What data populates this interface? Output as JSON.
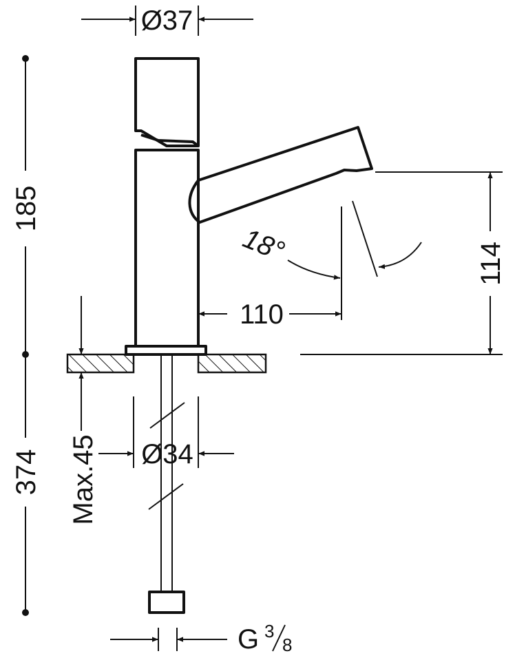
{
  "dimensions": {
    "top_diameter": "Ø37",
    "pipe_diameter": "Ø34",
    "spout_reach": "110",
    "spout_height": "114",
    "tap_height": "185",
    "pipe_length": "374",
    "max_thickness": "Max.45",
    "angle": "18°",
    "thread": {
      "letter": "G",
      "numerator": "3",
      "denominator": "8"
    }
  }
}
